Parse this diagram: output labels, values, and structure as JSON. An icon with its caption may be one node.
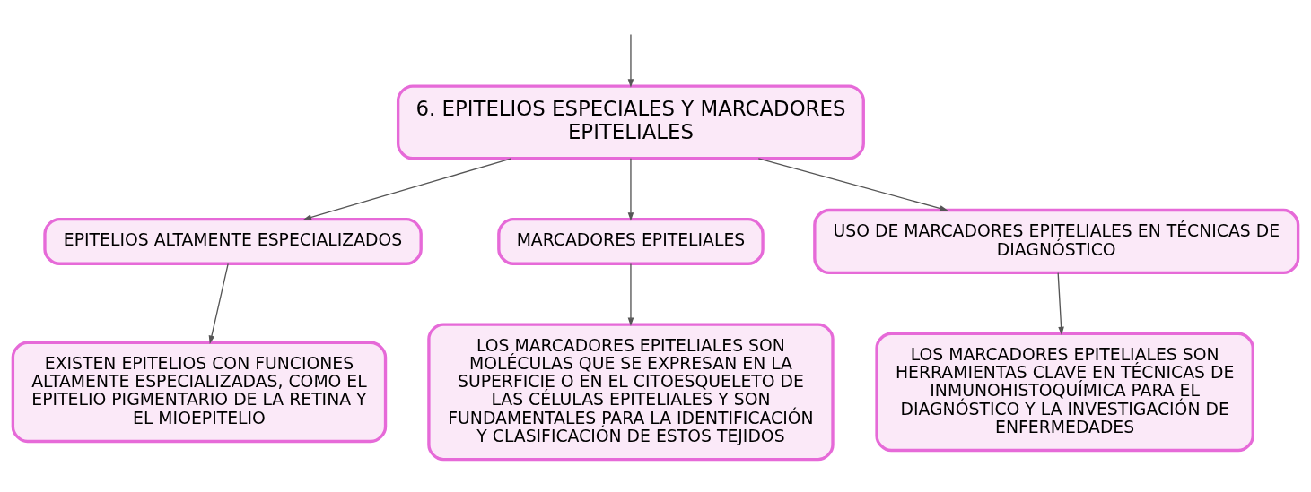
{
  "diagram": {
    "nodes": [
      {
        "text": [
          "6. EPITELIOS ESPECIALES Y MARCADORES EPITELIALES"
        ]
      },
      {
        "text": [
          "EPITELIOS ALTAMENTE ESPECIALIZADOS"
        ]
      },
      {
        "text": [
          "MARCADORES EPITELIALES"
        ]
      },
      {
        "text": [
          "USO DE MARCADORES EPITELIALES EN TÉCNICAS DE DIAGNÓSTICO"
        ]
      },
      {
        "text": [
          "EXISTEN EPITELIOS CON FUNCIONES ALTAMENTE ESPECIALIZADAS, COMO EL EPITELIO PIGMENTARIO DE LA RETINA Y EL MIOEPITELIO"
        ]
      },
      {
        "text": [
          "LOS MARCADORES EPITELIALES SON MOLÉCULAS QUE SE EXPRESAN EN LA SUPERFICIE O EN EL CITOESQUELETO DE LAS CÉLULAS EPITELIALES Y SON FUNDAMENTALES PARA LA IDENTIFICACIÓN Y CLASIFICACIÓN DE ESTOS TEJIDOS"
        ]
      },
      {
        "text": [
          "LOS MARCADORES EPITELIALES SON HERRAMIENTAS CLAVE EN TÉCNICAS DE INMUNOHISTOQUÍMICA PARA EL DIAGNÓSTICO Y LA INVESTIGACIÓN DE ENFERMEDADES"
        ]
      }
    ],
    "edges": [
      {
        "from": null,
        "to": 0,
        "arrow": "to"
      },
      {
        "from": 0,
        "to": 1,
        "arrow": "to"
      },
      {
        "from": 0,
        "to": 2,
        "arrow": "to"
      },
      {
        "from": 0,
        "to": 3,
        "arrow": "to"
      },
      {
        "from": 1,
        "to": 4,
        "arrow": "to"
      },
      {
        "from": 2,
        "to": 5,
        "arrow": "to"
      },
      {
        "from": 3,
        "to": 6,
        "arrow": "to"
      }
    ]
  }
}
